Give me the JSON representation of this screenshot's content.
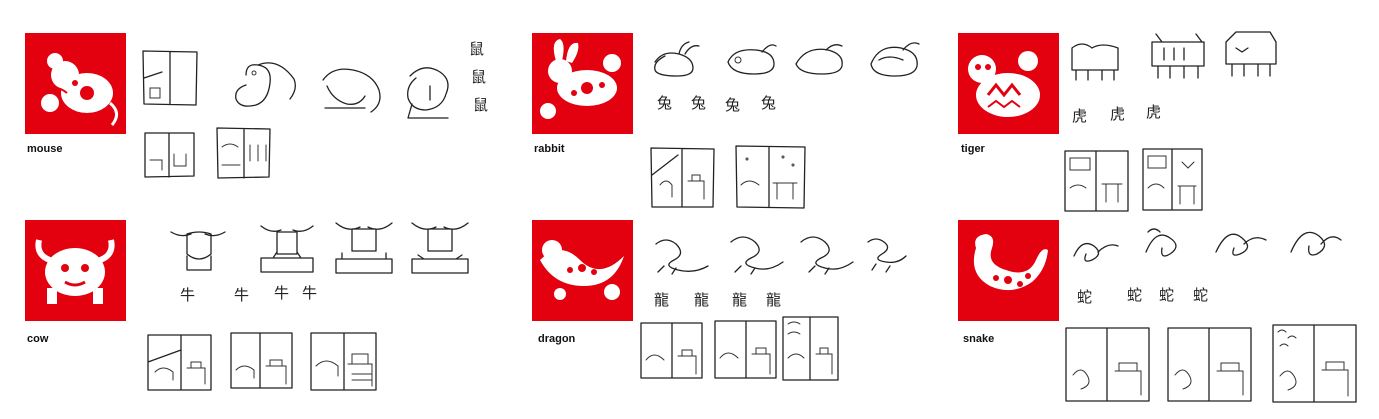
{
  "zodiac": [
    {
      "label": "mouse",
      "glyphs": [
        "鼠",
        "鼠",
        "鼠"
      ]
    },
    {
      "label": "rabbit",
      "glyphs": [
        "兔",
        "兔",
        "兔",
        "兔"
      ]
    },
    {
      "label": "tiger",
      "glyphs": [
        "虎",
        "虎",
        "虎"
      ]
    },
    {
      "label": "cow",
      "glyphs": [
        "牛",
        "牛",
        "牛",
        "牛"
      ]
    },
    {
      "label": "dragon",
      "glyphs": [
        "龍",
        "龍",
        "龍",
        "龍"
      ]
    },
    {
      "label": "snake",
      "glyphs": [
        "蛇",
        "蛇",
        "蛇",
        "蛇"
      ]
    }
  ],
  "colors": {
    "accent_red": "#e3000f",
    "ink": "#222222",
    "paper": "#ffffff"
  }
}
